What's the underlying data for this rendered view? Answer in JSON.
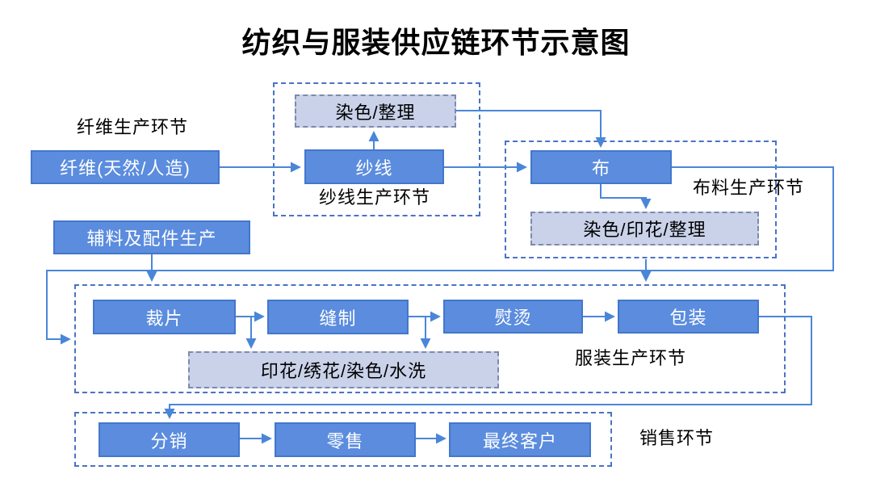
{
  "title": "纺织与服装供应链环节示意图",
  "sections": {
    "fiber": "纤维生产环节",
    "yarn": "纱线生产环节",
    "fabric": "布料生产环节",
    "garment": "服装生产环节",
    "sales": "销售环节"
  },
  "nodes": {
    "fiber": "纤维(天然/人造)",
    "yarn": "纱线",
    "dye_finish": "染色/整理",
    "fabric": "布",
    "dye_print_finish": "染色/印花/整理",
    "accessories": "辅料及配件生产",
    "cutting": "裁片",
    "sewing": "缝制",
    "pressing": "熨烫",
    "packing": "包装",
    "print_embroider_dye_wash": "印花/绣花/染色/水洗",
    "distribution": "分销",
    "retail": "零售",
    "final_customer": "最终客户"
  },
  "edges": [
    [
      "fiber",
      "yarn"
    ],
    [
      "yarn",
      "dye_finish"
    ],
    [
      "dye_finish",
      "fabric"
    ],
    [
      "yarn",
      "fabric"
    ],
    [
      "fabric",
      "dye_print_finish"
    ],
    [
      "fabric",
      "garment_section"
    ],
    [
      "fabric_section",
      "garment_section"
    ],
    [
      "accessories",
      "garment_section"
    ],
    [
      "cutting",
      "sewing"
    ],
    [
      "cutting_sewing_link",
      "print_embroider_dye_wash"
    ],
    [
      "sewing",
      "pressing"
    ],
    [
      "sewing_pressing_link",
      "print_embroider_dye_wash"
    ],
    [
      "pressing",
      "packing"
    ],
    [
      "packing",
      "distribution"
    ],
    [
      "distribution",
      "retail"
    ],
    [
      "retail",
      "final_customer"
    ]
  ],
  "colors": {
    "process_fill": "#5B8CDE",
    "process_border": "#4377CC",
    "optional_fill": "#C9D2E9",
    "optional_border": "#7E89AD",
    "section_border": "#4A73C4",
    "connector": "#4A86D8",
    "title_color": "#000000"
  }
}
